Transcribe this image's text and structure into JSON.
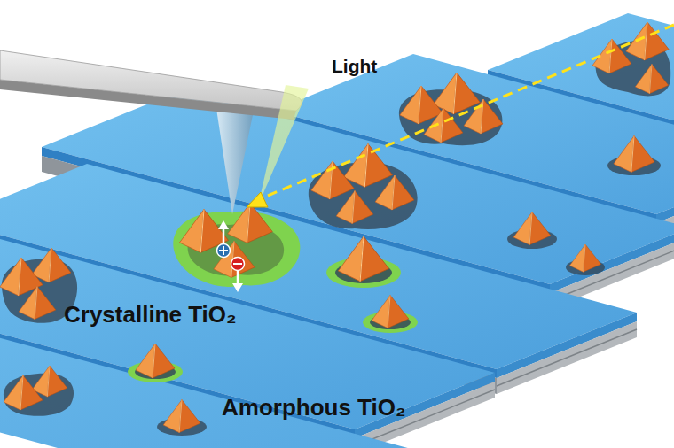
{
  "diagram": {
    "labels": [
      "Light",
      "Crystalline TiO₂",
      "Amorphous TiO₂"
    ]
  }
}
